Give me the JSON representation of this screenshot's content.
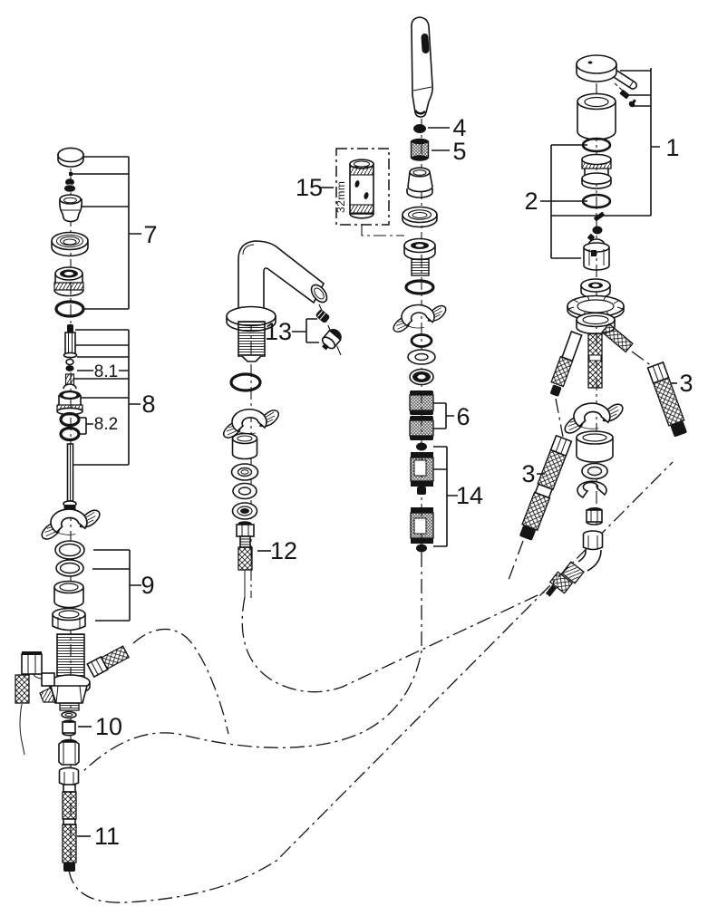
{
  "figure": {
    "type": "exploded-parts-diagram",
    "background": "#ffffff",
    "line_color": "#141414"
  },
  "callouts": {
    "1": "1",
    "2": "2",
    "3_right": "3",
    "3_left": "3",
    "4": "4",
    "5": "5",
    "6": "6",
    "7": "7",
    "8": "8",
    "8_1": "8.1",
    "8_2": "8.2",
    "9": "9",
    "10": "10",
    "11": "11",
    "12": "12",
    "13": "13",
    "14": "14",
    "15": "15"
  },
  "annotations": {
    "wrench_size": "32mm"
  }
}
